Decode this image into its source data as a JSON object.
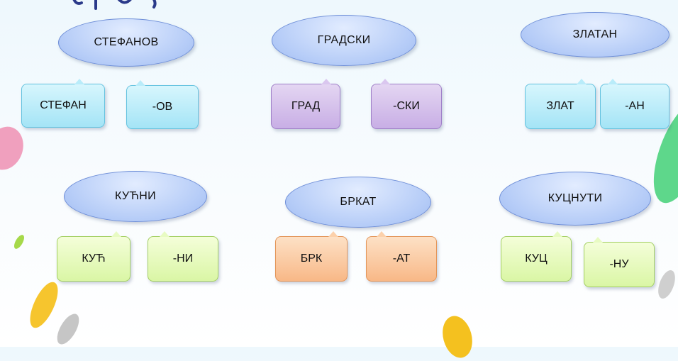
{
  "colors": {
    "ellipse_fill": "#b4cbf7",
    "blue_box": "#a4e4f6",
    "purple_box": "#c8aee5",
    "green_box": "#daf6a5",
    "orange_box": "#f8b887"
  },
  "groups": [
    {
      "word": "СТЕФАНОВ",
      "root": "СТЕФАН",
      "suffix": "-ОВ"
    },
    {
      "word": "ГРАДСКИ",
      "root": "ГРАД",
      "suffix": "-СКИ"
    },
    {
      "word": "ЗЛАТАН",
      "root": "ЗЛАТ",
      "suffix": "-АН"
    },
    {
      "word": "КУЋНИ",
      "root": "КУЋ",
      "suffix": "-НИ"
    },
    {
      "word": "БРКАТ",
      "root": "БРК",
      "suffix": "-АТ"
    },
    {
      "word": "КУЦНУТИ",
      "root": "КУЦ",
      "suffix": "-НУ"
    }
  ]
}
